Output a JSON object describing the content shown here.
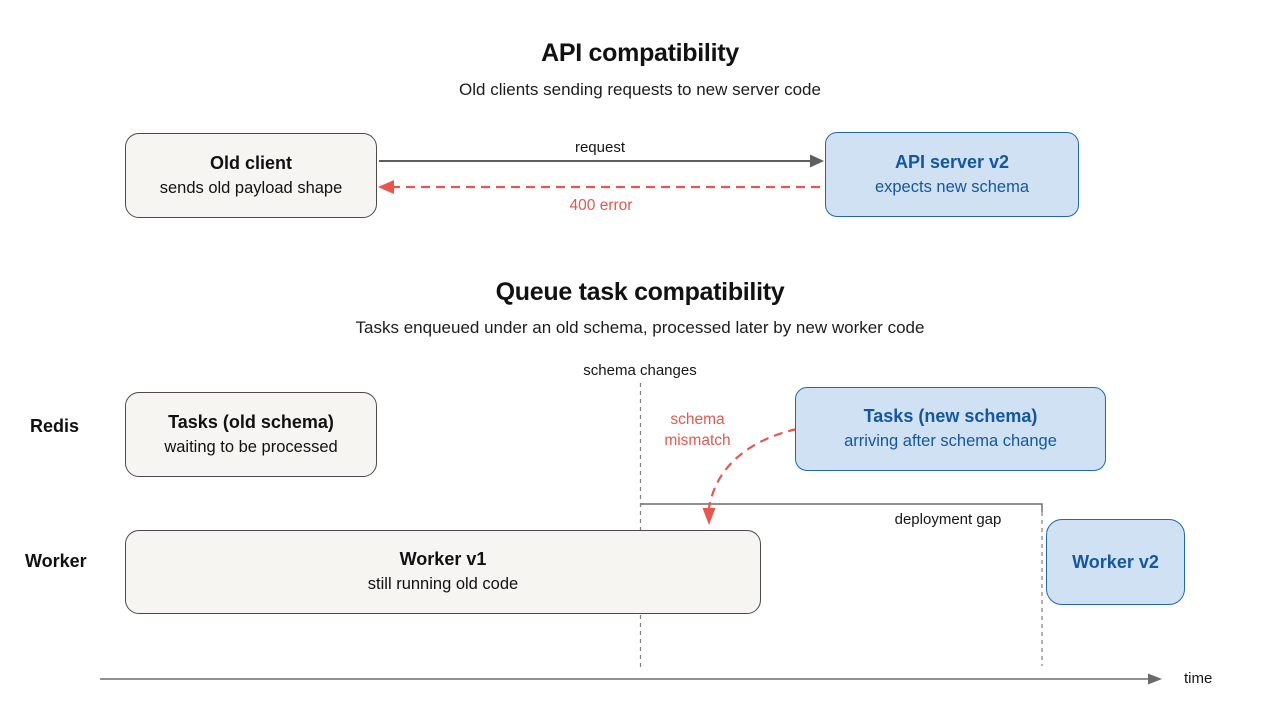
{
  "colors": {
    "blue_fill": "#cfe1f2",
    "blue_border": "#2368ad",
    "blue_text": "#14579f",
    "gray_fill": "#f6f5f2",
    "gray_border": "#4a4a4a",
    "red": "#e8564e",
    "line_gray": "#5f5f5f"
  },
  "api_section": {
    "title": "API compatibility",
    "subtitle": "Old clients sending requests to new server code",
    "client_box": {
      "title": "Old client",
      "subtitle": "sends old payload shape"
    },
    "server_box": {
      "title": "API server v2",
      "subtitle": "expects new schema"
    },
    "request_label": "request",
    "error_label": "400 error"
  },
  "queue_section": {
    "title": "Queue task compatibility",
    "subtitle": "Tasks enqueued under an old schema, processed later by new worker code",
    "schema_changes_label": "schema changes",
    "redis_row_label": "Redis",
    "worker_row_label": "Worker",
    "tasks_old_box": {
      "title": "Tasks (old schema)",
      "subtitle": "waiting to be processed"
    },
    "tasks_new_box": {
      "title": "Tasks (new schema)",
      "subtitle": "arriving after schema change"
    },
    "mismatch_label": "schema mismatch",
    "deployment_gap_label": "deployment gap",
    "worker_v1_box": {
      "title": "Worker v1",
      "subtitle": "still running old code"
    },
    "worker_v2_box": {
      "title": "Worker v2"
    },
    "time_label": "time"
  }
}
